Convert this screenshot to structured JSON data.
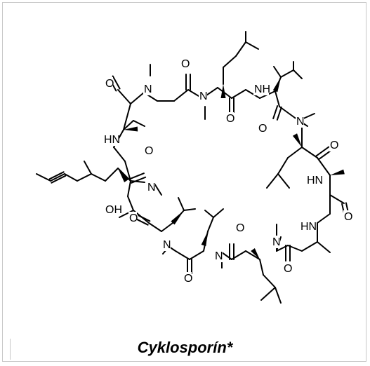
{
  "caption": "Cyklosporín*",
  "atom_labels": {
    "n_methyl": "N",
    "nh": "NH",
    "hn": "HN",
    "oxygen": "O",
    "hydroxyl": "OH"
  },
  "colors": {
    "ink": "#000000",
    "border": "#c8c8c8",
    "background": "#ffffff"
  }
}
